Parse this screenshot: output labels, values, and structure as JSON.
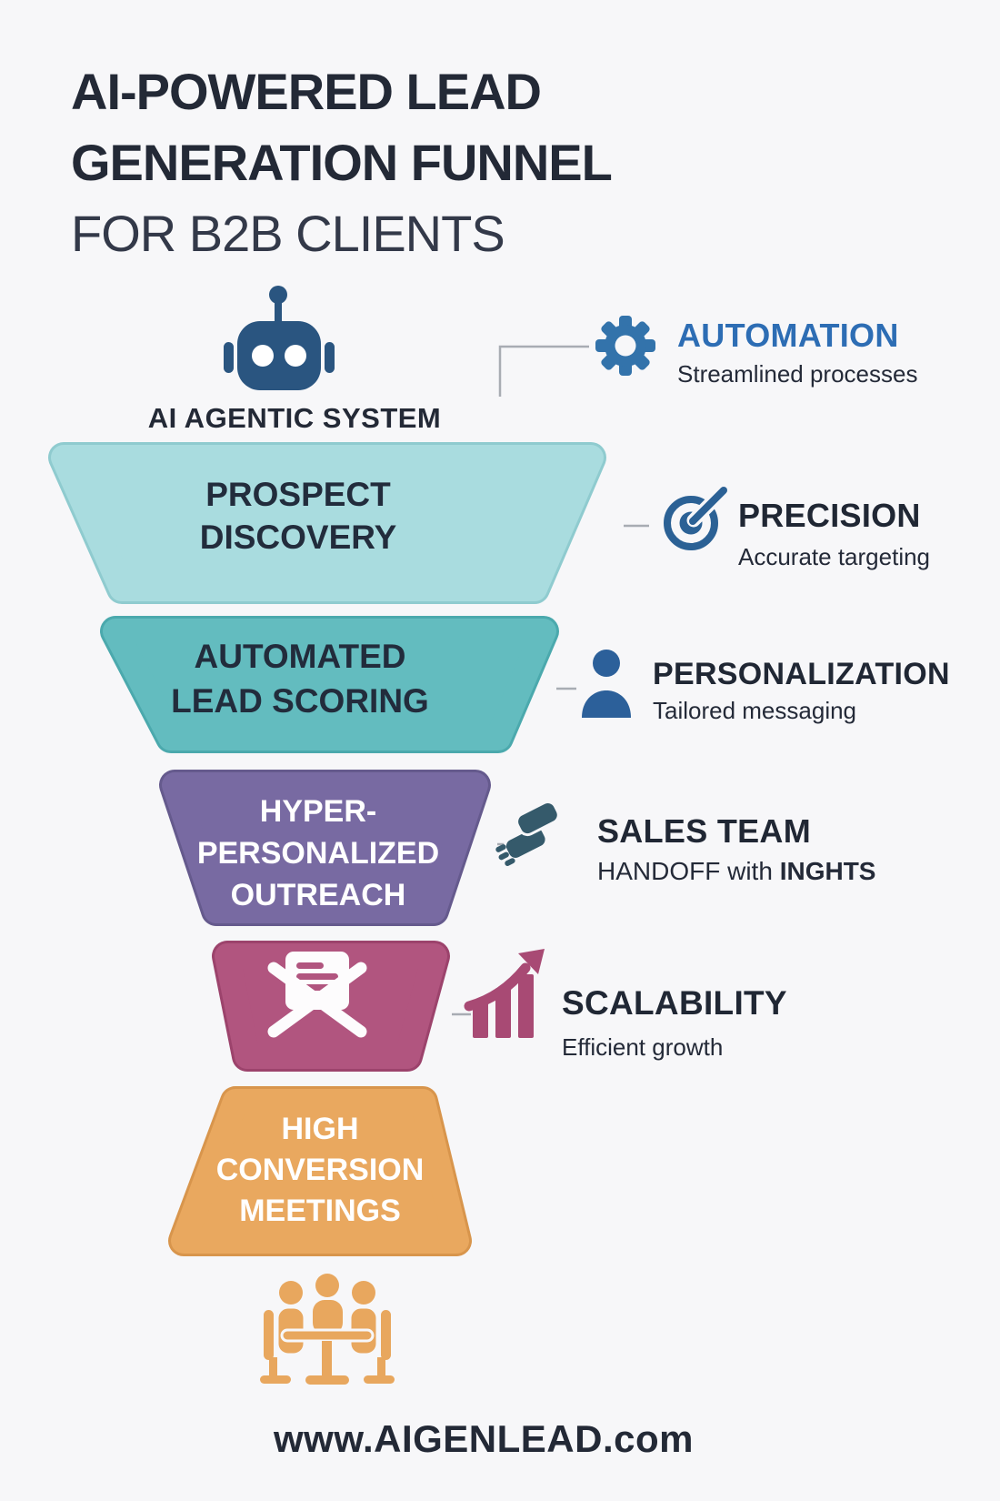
{
  "title": {
    "line1": "AI-POWERED LEAD",
    "line2": "GENERATION FUNNEL",
    "line3": "FOR B2B CLIENTS"
  },
  "ai_system": {
    "label": "AI AGENTIC SYSTEM",
    "icon": "robot-icon"
  },
  "annotations": {
    "automation": {
      "title": "AUTOMATION",
      "subtitle": "Streamlined processes",
      "icon": "gear-icon"
    },
    "precision": {
      "title": "PRECISION",
      "subtitle": "Accurate targeting",
      "icon": "target-icon"
    },
    "personalization": {
      "title": "PERSONALIZATION",
      "subtitle": "Tailored messaging",
      "icon": "person-icon"
    },
    "sales_team": {
      "title": "SALES TEAM",
      "subtitle_regular": "HANDOFF with ",
      "subtitle_bold": "INGHTS",
      "icon": "handshake-icon"
    },
    "scalability": {
      "title": "SCALABILITY",
      "subtitle": "Efficient growth",
      "icon": "growth-chart-icon"
    }
  },
  "funnel": {
    "stages": [
      {
        "name": "prospect-discovery",
        "lines": [
          "PROSPECT",
          "DISCOVERY"
        ],
        "color": "#a9dcdf",
        "rim": "#8fcbcf",
        "text_color": "#222c3c"
      },
      {
        "name": "automated-lead-scoring",
        "lines": [
          "AUTOMATED",
          "LEAD SCORING"
        ],
        "color": "#63bcbf",
        "rim": "#4ba9ad",
        "text_color": "#222c3c"
      },
      {
        "name": "hyper-personalized-outreach",
        "lines": [
          "HYPER-",
          "PERSONALIZED",
          "OUTREACH"
        ],
        "color": "#786aa2",
        "rim": "#655a8d",
        "text_color": "#ffffff"
      },
      {
        "name": "email-outreach",
        "lines": [],
        "icon": "open-envelope-icon",
        "color": "#b1557f",
        "rim": "#9c436c",
        "text_color": "#ffffff"
      },
      {
        "name": "high-conversion-meetings",
        "lines": [
          "HIGH",
          "CONVERSION",
          "MEETINGS"
        ],
        "color": "#e9a85f",
        "rim": "#d8954c",
        "text_color": "#ffffff"
      }
    ]
  },
  "footer": {
    "website": "www.AIGENLEAD.com",
    "icon": "meeting-table-icon"
  },
  "colors": {
    "background": "#f7f7f9",
    "text_dark": "#232936",
    "automation_text_blue": "#2d6db4",
    "robot_blue": "#2a5580",
    "gear_blue": "#3373ab",
    "target_blue": "#2b6195",
    "person_blue": "#2c609a",
    "handshake_teal": "#355a6b",
    "growth_magenta": "#a84a74",
    "connector_gray": "#a8acb3"
  }
}
